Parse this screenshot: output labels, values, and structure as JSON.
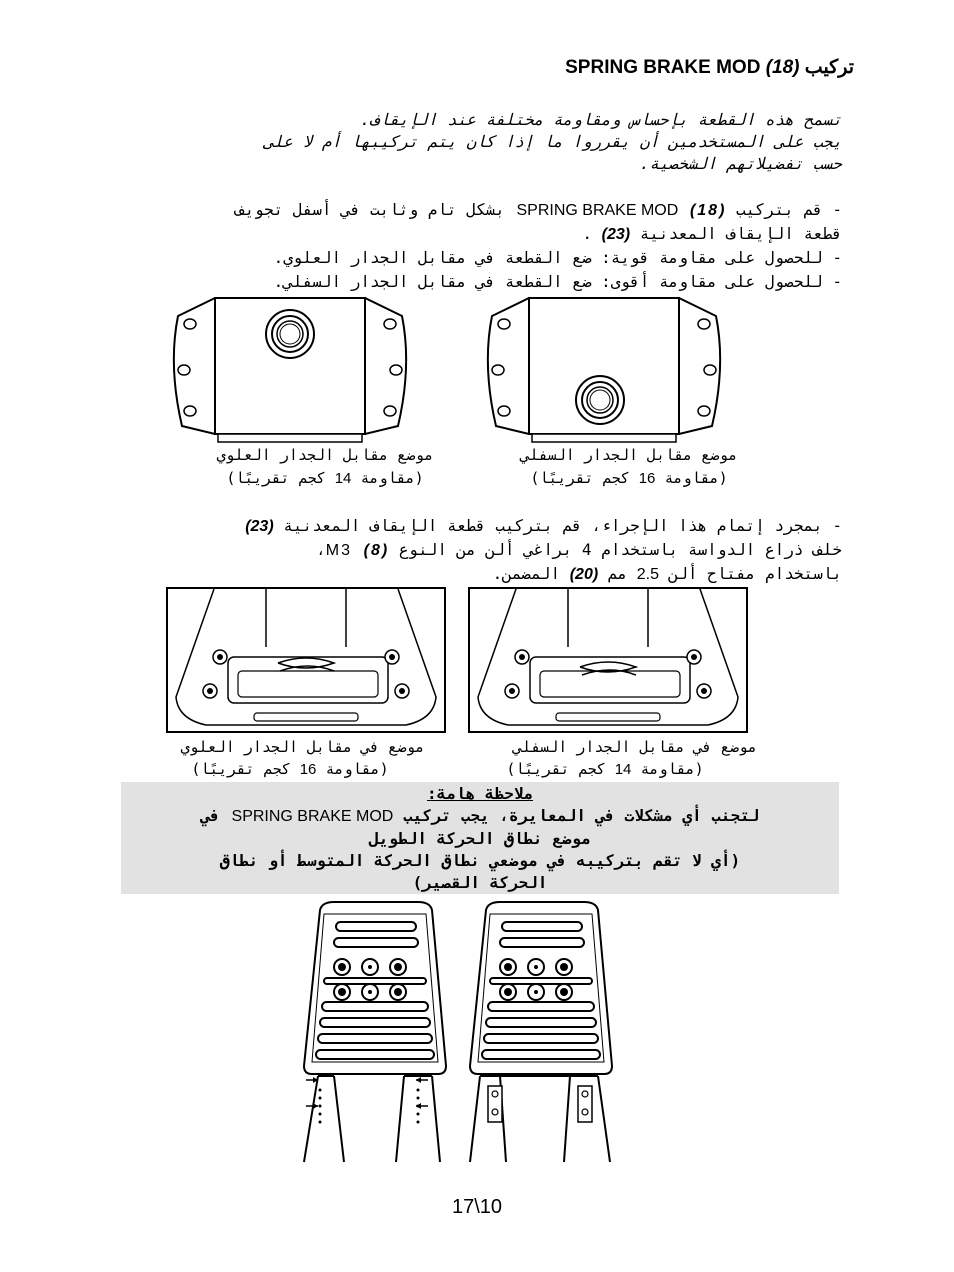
{
  "title": {
    "num": "(18)",
    "model": "SPRING BRAKE MOD",
    "word": "تركيب"
  },
  "intro": {
    "l1": "تسمح هذه القطعة بإحساس ومقاومة مختلفة عند الإيقاف.",
    "l2": "يجب على المستخدمين أن يقرروا ما إذا كان يتم تركيبها أم لا على",
    "l3": "حسب تفضيلاتهم الشخصية."
  },
  "step1": {
    "a_pre": "- قم بتركيب",
    "a_model": "SPRING BRAKE MOD",
    "a_num": "(18)",
    "a_post": "بشكل تام وثابت في أسفل تجويف",
    "b_pre": "قطعة الإيقاف المعدنية",
    "b_num": "(23)",
    "b_post": ".",
    "c": "- للحصول على مقاومة قوية: ضع القطعة في مقابل الجدار العلوي.",
    "d": "- للحصول على مقاومة أقوى: ضع القطعة في مقابل الجدار السفلي."
  },
  "fig1": {
    "left_cap1": "موضع مقابل الجدار العلوي",
    "left_cap2a": "(مقاومة",
    "left_num": "14",
    "left_cap2b": "كجم تقريبًا)",
    "right_cap1": "موضع مقابل الجدار السفلي",
    "right_cap2a": "(مقاومة",
    "right_num": "16",
    "right_cap2b": "كجم تقريبًا)"
  },
  "step2": {
    "a_pre": "- بمجرد إتمام هذا الإجراء، قم بتركيب قطعة الإيقاف المعدنية",
    "a_num": "(23)",
    "b_pre": "خلف ذراع الدواسة باستخدام 4 براغي ألن من النوع",
    "b_m3": "M3",
    "b_num": "(8)",
    "b_post": "،",
    "c_pre": "باستخدام مفتاح ألن",
    "c_size": "2.5",
    "c_mm": "مم",
    "c_num": "(20)",
    "c_post": "المضمن."
  },
  "fig2": {
    "left_cap1": "موضع في مقابل الجدار العلوي",
    "left_cap2a": "(مقاومة",
    "left_num": "16",
    "left_cap2b": "كجم تقريبًا)",
    "right_cap1": "موضع في مقابل الجدار السفلي",
    "right_cap2a": "(مقاومة",
    "right_num": "14",
    "right_cap2b": "كجم تقريبًا)"
  },
  "note": {
    "heading": "ملاحظة هامة:",
    "l1_pre": "لتجنب أي مشكلات في المعايرة، يجب تركيب",
    "l1_model": "SPRING BRAKE MOD",
    "l1_post": "في",
    "l2": "موضع نطاق الحركة الطويل",
    "l3": "(أي لا تقم بتركيبه في موضعي نطاق الحركة المتوسط أو نطاق",
    "l4": "الحركة القصير)"
  },
  "page_number": "17\\10"
}
